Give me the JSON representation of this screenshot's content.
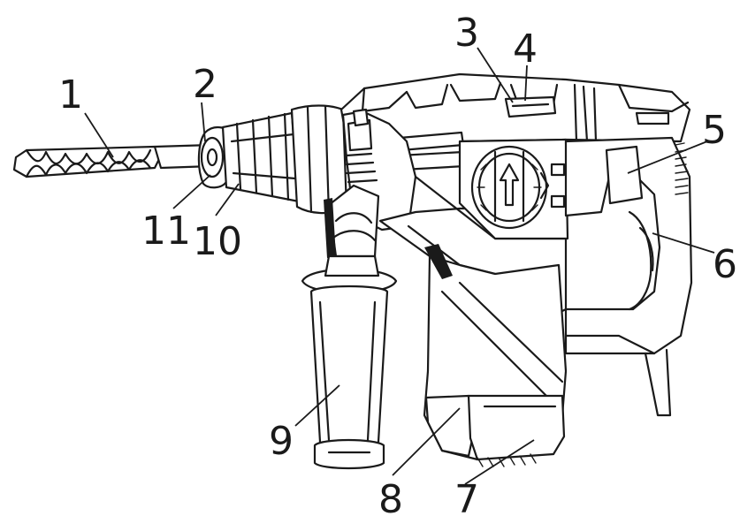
{
  "labels": [
    {
      "id": "1",
      "text": "1"
    },
    {
      "id": "2",
      "text": "2"
    },
    {
      "id": "3",
      "text": "3"
    },
    {
      "id": "4",
      "text": "4"
    },
    {
      "id": "5",
      "text": "5"
    },
    {
      "id": "6",
      "text": "6"
    },
    {
      "id": "7",
      "text": "7"
    },
    {
      "id": "8",
      "text": "8"
    },
    {
      "id": "9",
      "text": "9"
    },
    {
      "id": "10",
      "text": "10"
    },
    {
      "id": "11",
      "text": "11"
    }
  ],
  "colors": {
    "ink": "#1a1a1a",
    "background": "#ffffff"
  }
}
